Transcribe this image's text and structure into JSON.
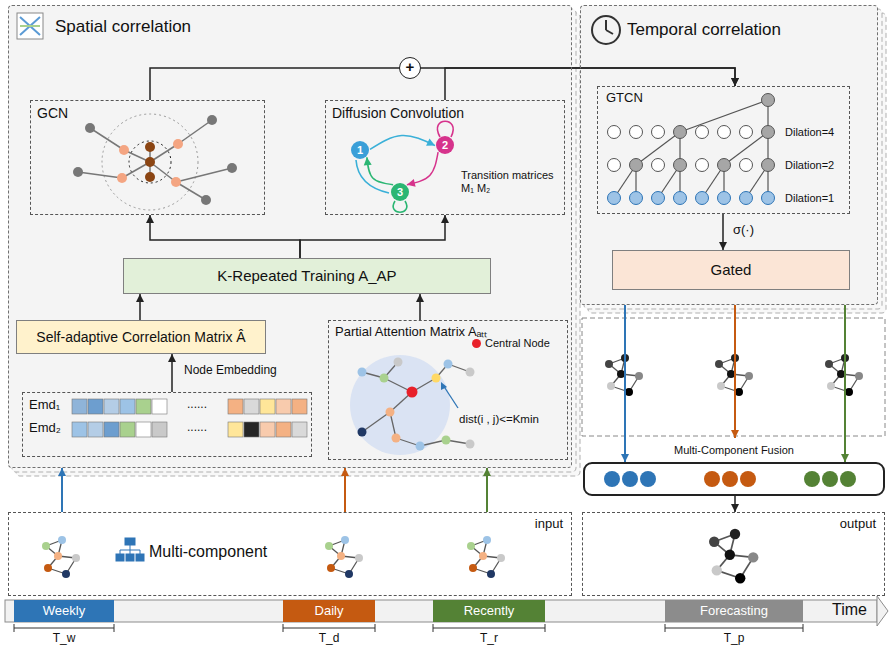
{
  "diagram": {
    "nodes": [
      {
        "text": [
          "Spatial correlation"
        ]
      },
      {
        "text": [
          "GCN"
        ],
        "in": 0
      },
      {
        "text": [
          "Diffusion Convolution",
          "Transition matrices M₁ M₂"
        ],
        "in": 0
      },
      {
        "text": [
          "1"
        ],
        "in": 2
      },
      {
        "text": [
          "2"
        ],
        "in": 2
      },
      {
        "text": [
          "3"
        ],
        "in": 2
      },
      {
        "text": [
          "K-Repeated Training A_AP"
        ],
        "in": 0
      },
      {
        "text": [
          "Self-adaptive Correlation Matrix Â"
        ],
        "in": 0
      },
      {
        "text": [
          "Partial Attention Matrix Aₐₜₜ",
          "dist(i , j)<=Kmin"
        ],
        "in": 0
      },
      {
        "text": [
          "Emd₁",
          "Emd₂"
        ],
        "in": 0
      },
      {
        "text": [
          "Temporal correlation"
        ]
      },
      {
        "text": [
          "GTCN",
          "Dilation=4",
          "Dilation=2",
          "Dilation=1"
        ],
        "in": 10
      },
      {
        "text": [
          "Gated"
        ],
        "in": 10
      },
      {
        "text": [
          "Multi-Component Fusion"
        ]
      },
      {
        "text": [
          "input",
          "Multi-component"
        ]
      },
      {
        "text": [
          "output"
        ]
      },
      {
        "text": [
          "Weekly"
        ]
      },
      {
        "text": [
          "Daily"
        ]
      },
      {
        "text": [
          "Recently"
        ]
      },
      {
        "text": [
          "Forecasting"
        ]
      }
    ],
    "edges": [
      {
        "from": 3,
        "to": 4,
        "arrow": "to"
      },
      {
        "from": 4,
        "to": 5,
        "arrow": "to"
      },
      {
        "from": 5,
        "to": 3,
        "arrow": "to"
      },
      {
        "from": 9,
        "to": 7,
        "arrow": "to",
        "label": "Node Embedding"
      },
      {
        "from": 7,
        "to": 6,
        "arrow": "to"
      },
      {
        "from": 8,
        "to": 6,
        "arrow": "to"
      },
      {
        "from": 6,
        "to": 1,
        "arrow": "to"
      },
      {
        "from": 6,
        "to": 2,
        "arrow": "to"
      },
      {
        "from": 1,
        "to": 11,
        "arrow": "to"
      },
      {
        "from": 2,
        "to": 11,
        "arrow": "to"
      },
      {
        "from": 11,
        "to": 12,
        "arrow": "to"
      },
      {
        "from": 14,
        "to": 0,
        "arrow": "to"
      },
      {
        "from": 14,
        "to": 0,
        "arrow": "to"
      },
      {
        "from": 14,
        "to": 0,
        "arrow": "to"
      },
      {
        "from": 10,
        "to": 13,
        "arrow": "to"
      },
      {
        "from": 10,
        "to": 13,
        "arrow": "to"
      },
      {
        "from": 10,
        "to": 13,
        "arrow": "to"
      },
      {
        "from": 13,
        "to": 15,
        "arrow": "to"
      }
    ],
    "labels": [
      "+",
      "σ(·)",
      "Time",
      "T_w",
      "T_d",
      "T_r",
      "T_p",
      "......",
      "......"
    ],
    "legend": [
      {
        "text": "Central Node",
        "color": "#e8202a"
      }
    ]
  }
}
